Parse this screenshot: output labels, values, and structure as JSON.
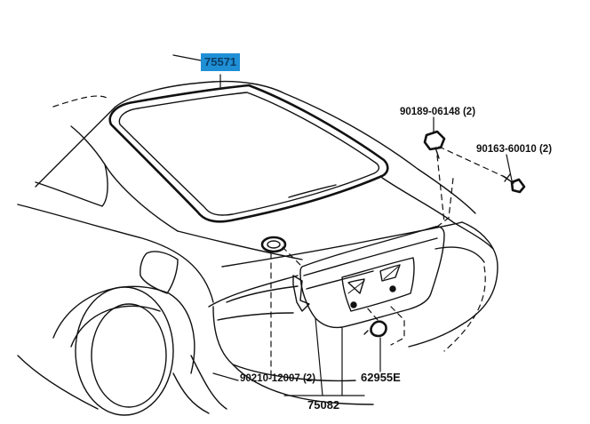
{
  "diagram": {
    "labels": {
      "back_window_weatherstrip": "75571",
      "bolt_upper": "90189-06148 (2)",
      "screw_right": "90163-60010 (2)",
      "grommet_clip": "90210-12007 (2)",
      "clip_lower": "62955E",
      "license_garnish": "75082"
    },
    "colors": {
      "highlight": "#1f8fd6",
      "line": "#111111",
      "background": "#ffffff"
    }
  }
}
